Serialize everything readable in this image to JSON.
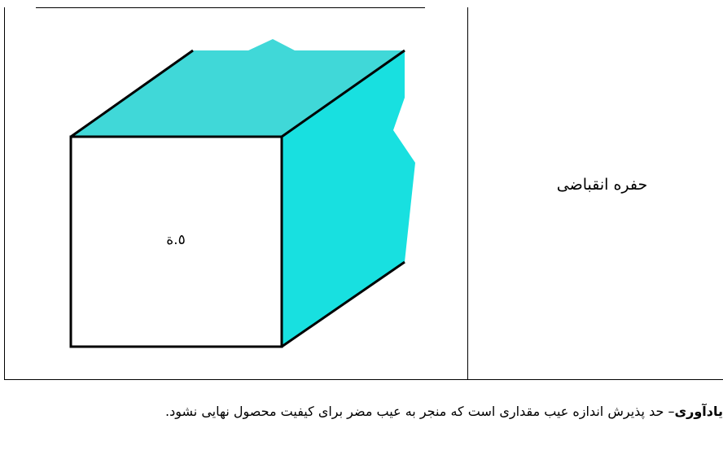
{
  "table": {
    "row1": {
      "term": "حفره انقباضی",
      "figure": {
        "face_mark": "٥.ة"
      }
    },
    "note": {
      "label": "یادآوری",
      "dash": "–",
      "text": " حد پذیرش اندازه عیب مقداری است که منجر به عیب مضر برای کیفیت محصول نهایی نشود."
    }
  },
  "colors": {
    "cube_side": "#18e0e0",
    "cube_top": "#40d8d8",
    "cube_front": "#ffffff",
    "border": "#000000"
  },
  "icons": [
    "cube-illustration"
  ]
}
